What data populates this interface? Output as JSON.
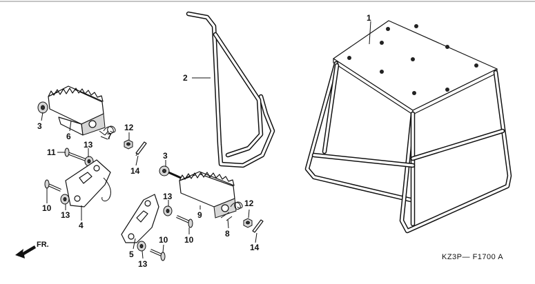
{
  "diagram_code": "KZ3P— F1700 A",
  "front_label": "FR.",
  "callouts": {
    "c1": "1",
    "c2": "2",
    "c3a": "3",
    "c3b": "3",
    "c4": "4",
    "c5": "5",
    "c6": "6",
    "c7": "7",
    "c8": "8",
    "c9": "9",
    "c10a": "10",
    "c10b": "10",
    "c10c": "10",
    "c11": "11",
    "c12a": "12",
    "c12b": "12",
    "c13a": "13",
    "c13b": "13",
    "c13c": "13",
    "c13d": "13",
    "c14a": "14",
    "c14b": "14"
  }
}
